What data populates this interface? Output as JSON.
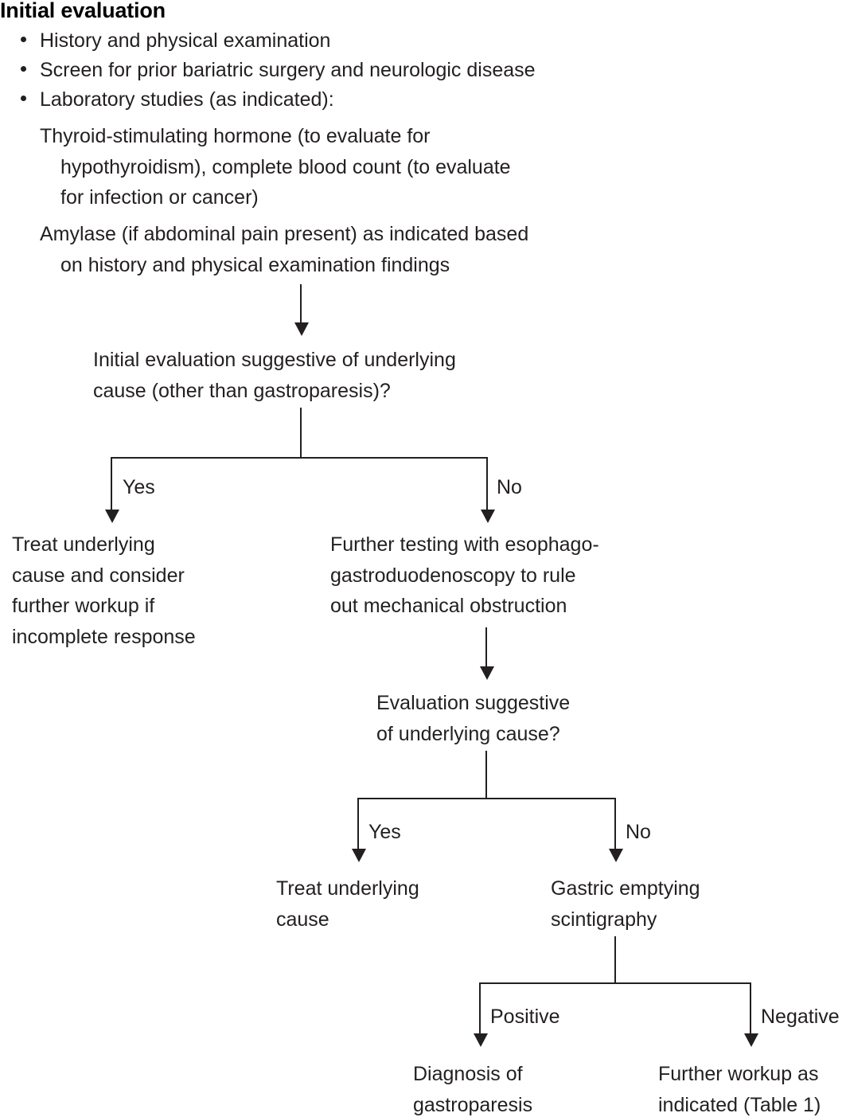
{
  "header": {
    "title": "Initial evaluation",
    "bullets": [
      "History and physical examination",
      "Screen for prior bariatric surgery and neurologic disease",
      "Laboratory studies (as indicated):"
    ],
    "lab_paragraphs": [
      {
        "line1": "Thyroid-stimulating hormone (to evaluate for",
        "line2": "hypothyroidism), complete blood count (to evaluate",
        "line3": "for infection or cancer)"
      },
      {
        "line1": "Amylase (if abdominal pain present) as indicated based",
        "line2": "on history and physical examination findings"
      }
    ]
  },
  "flow": {
    "decision1": {
      "line1": "Initial evaluation suggestive of underlying",
      "line2": "cause (other than gastroparesis)?",
      "yes_label": "Yes",
      "no_label": "No"
    },
    "treat_underlying_1": {
      "line1": "Treat underlying",
      "line2": "cause and consider",
      "line3": "further workup if",
      "line4": "incomplete response"
    },
    "further_testing": {
      "line1": "Further testing with esophago-",
      "line2": "gastroduodenoscopy to rule",
      "line3": "out mechanical obstruction"
    },
    "decision2": {
      "line1": "Evaluation suggestive",
      "line2": "of underlying cause?",
      "yes_label": "Yes",
      "no_label": "No"
    },
    "treat_underlying_2": {
      "line1": "Treat underlying",
      "line2": "cause"
    },
    "gastric_emptying": {
      "line1": "Gastric emptying",
      "line2": "scintigraphy",
      "positive_label": "Positive",
      "negative_label": "Negative"
    },
    "diagnosis": {
      "line1": "Diagnosis of",
      "line2": "gastroparesis"
    },
    "further_workup": {
      "line1": "Further workup as",
      "line2": "indicated (Table 1)"
    }
  },
  "colors": {
    "ink": "#231f20",
    "background": "#ffffff"
  }
}
